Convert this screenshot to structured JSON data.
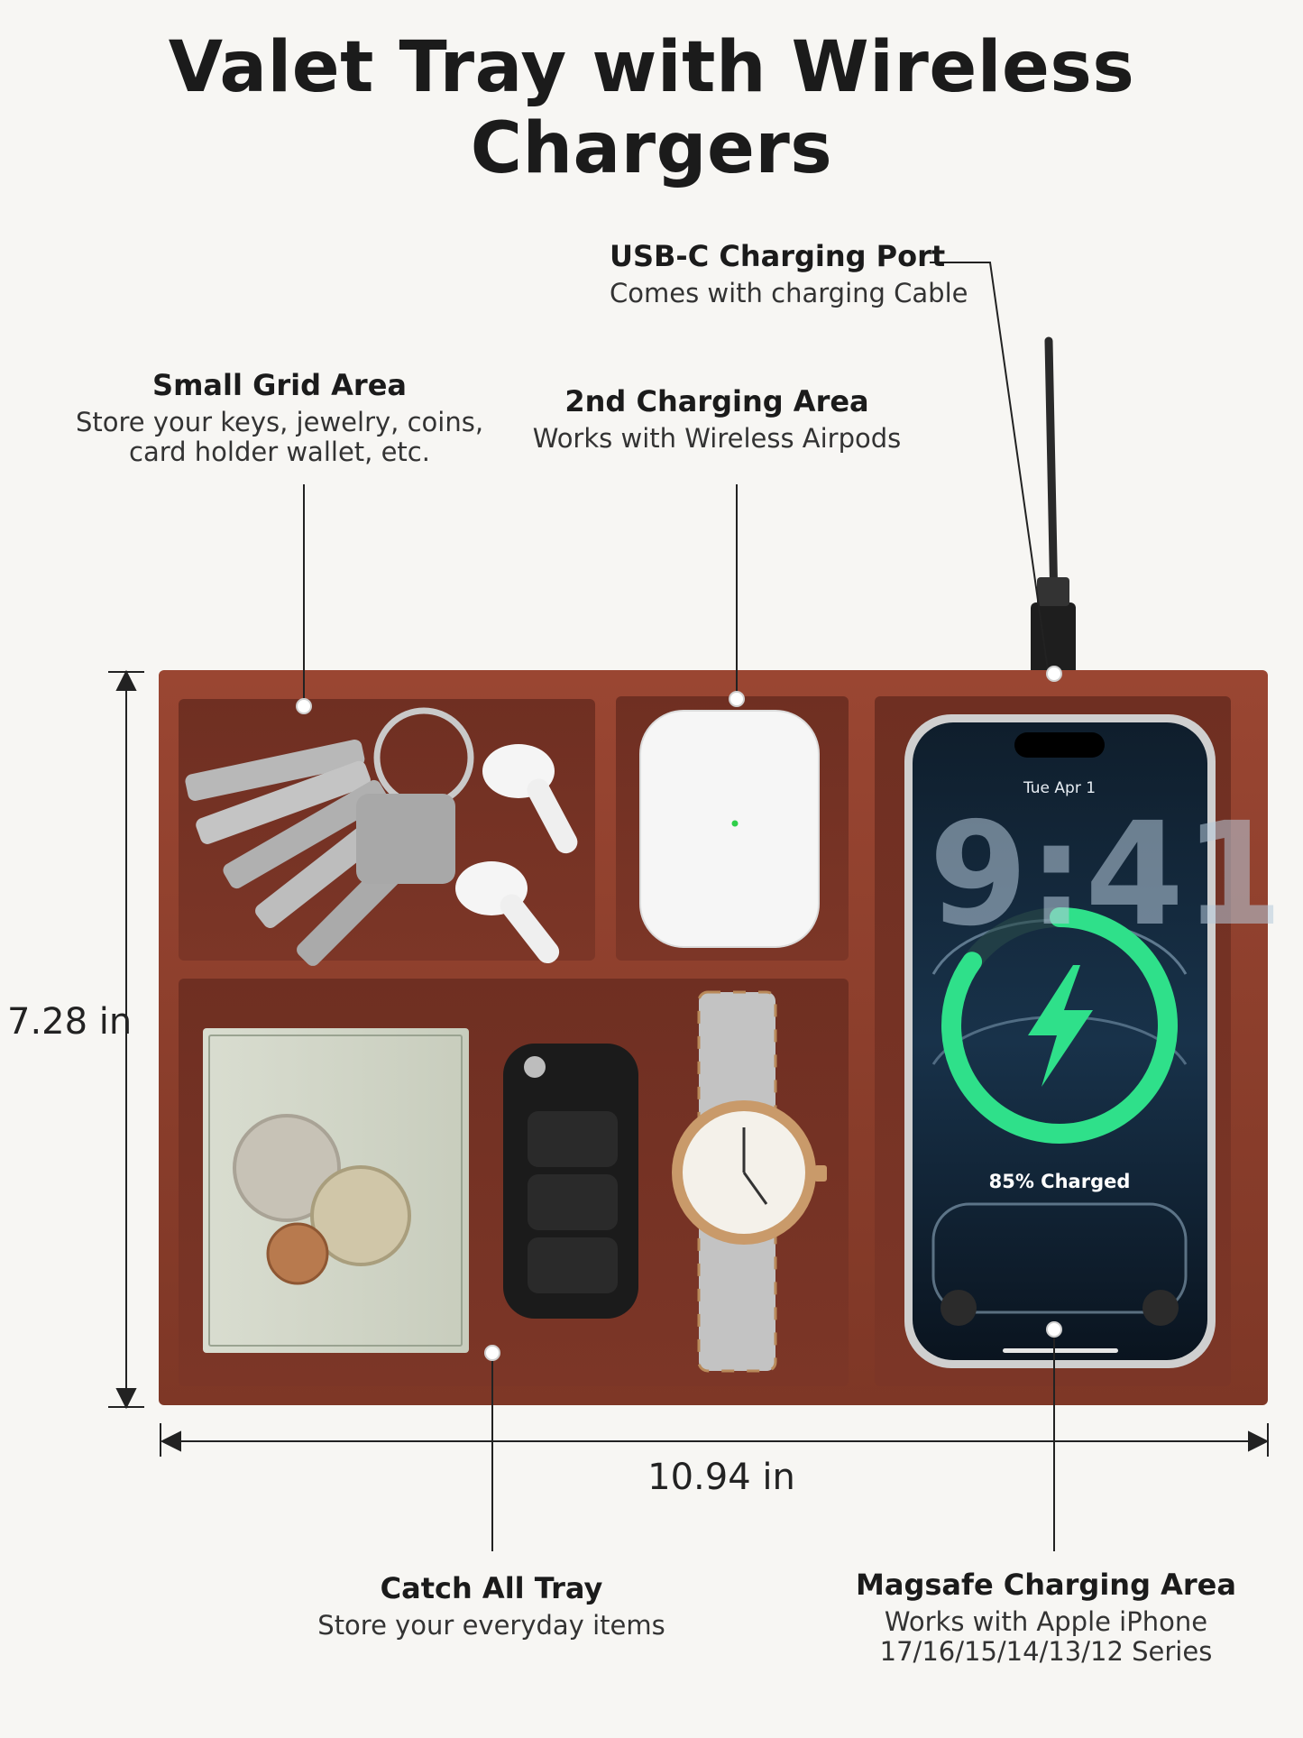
{
  "title": "Valet Tray with Wireless Chargers",
  "labels": {
    "usb": {
      "heading": "USB-C Charging Port",
      "sub": "Comes with charging Cable"
    },
    "grid": {
      "heading": "Small Grid Area",
      "sub1": "Store your keys, jewelry, coins,",
      "sub2": "card holder wallet, etc."
    },
    "second": {
      "heading": "2nd Charging Area",
      "sub": "Works with Wireless Airpods"
    },
    "catchall": {
      "heading": "Catch All Tray",
      "sub": "Store your everyday items"
    },
    "magsafe": {
      "heading": "Magsafe Charging Area",
      "sub1": "Works with Apple iPhone",
      "sub2": "17/16/15/14/13/12 Series"
    }
  },
  "dimensions": {
    "height": "7.28 in",
    "width": "10.94 in"
  },
  "phone": {
    "date": "Tue Apr 1",
    "time": "9:41",
    "status": "85% Charged",
    "charge_fraction": 0.85
  },
  "colors": {
    "tray": "#8a3d2b",
    "tray_inner": "#7a3424",
    "charge": "#2fe08a",
    "background": "#f7f6f3"
  }
}
